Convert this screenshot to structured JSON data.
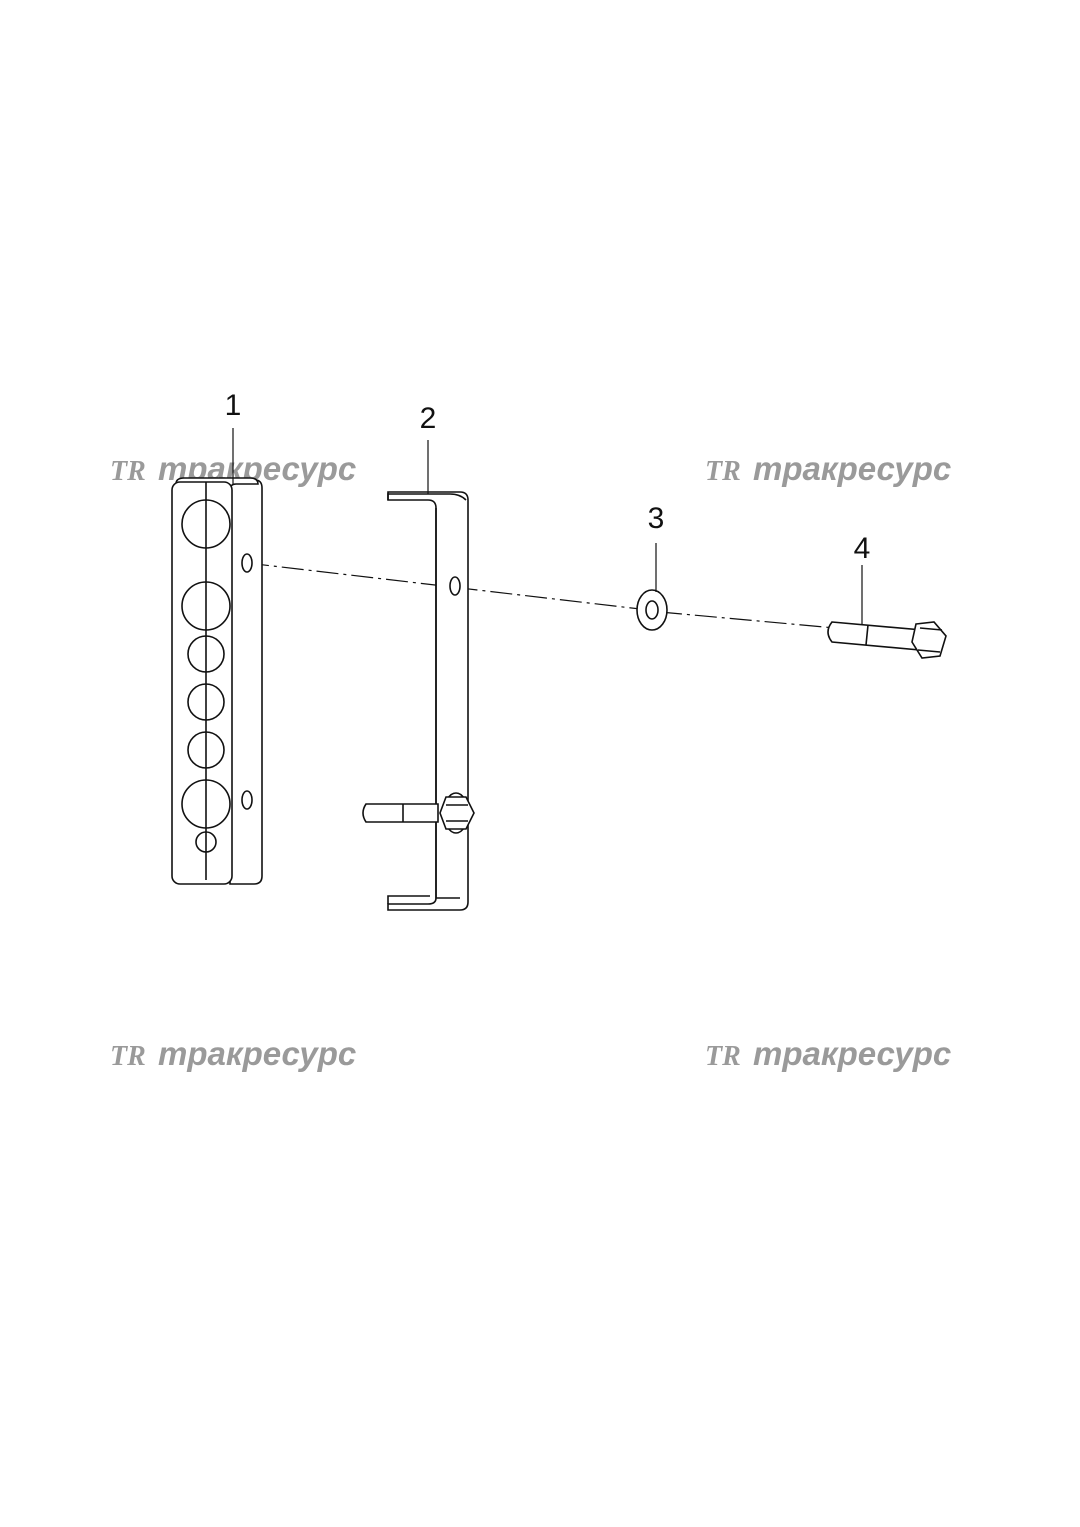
{
  "callouts": [
    {
      "id": "1",
      "label": "1"
    },
    {
      "id": "2",
      "label": "2"
    },
    {
      "id": "3",
      "label": "3"
    },
    {
      "id": "4",
      "label": "4"
    }
  ],
  "watermark": {
    "logo": "TR",
    "text": "тракресурс"
  },
  "colors": {
    "line": "#111111",
    "watermark": "#9a9a9a",
    "background": "#ffffff"
  }
}
